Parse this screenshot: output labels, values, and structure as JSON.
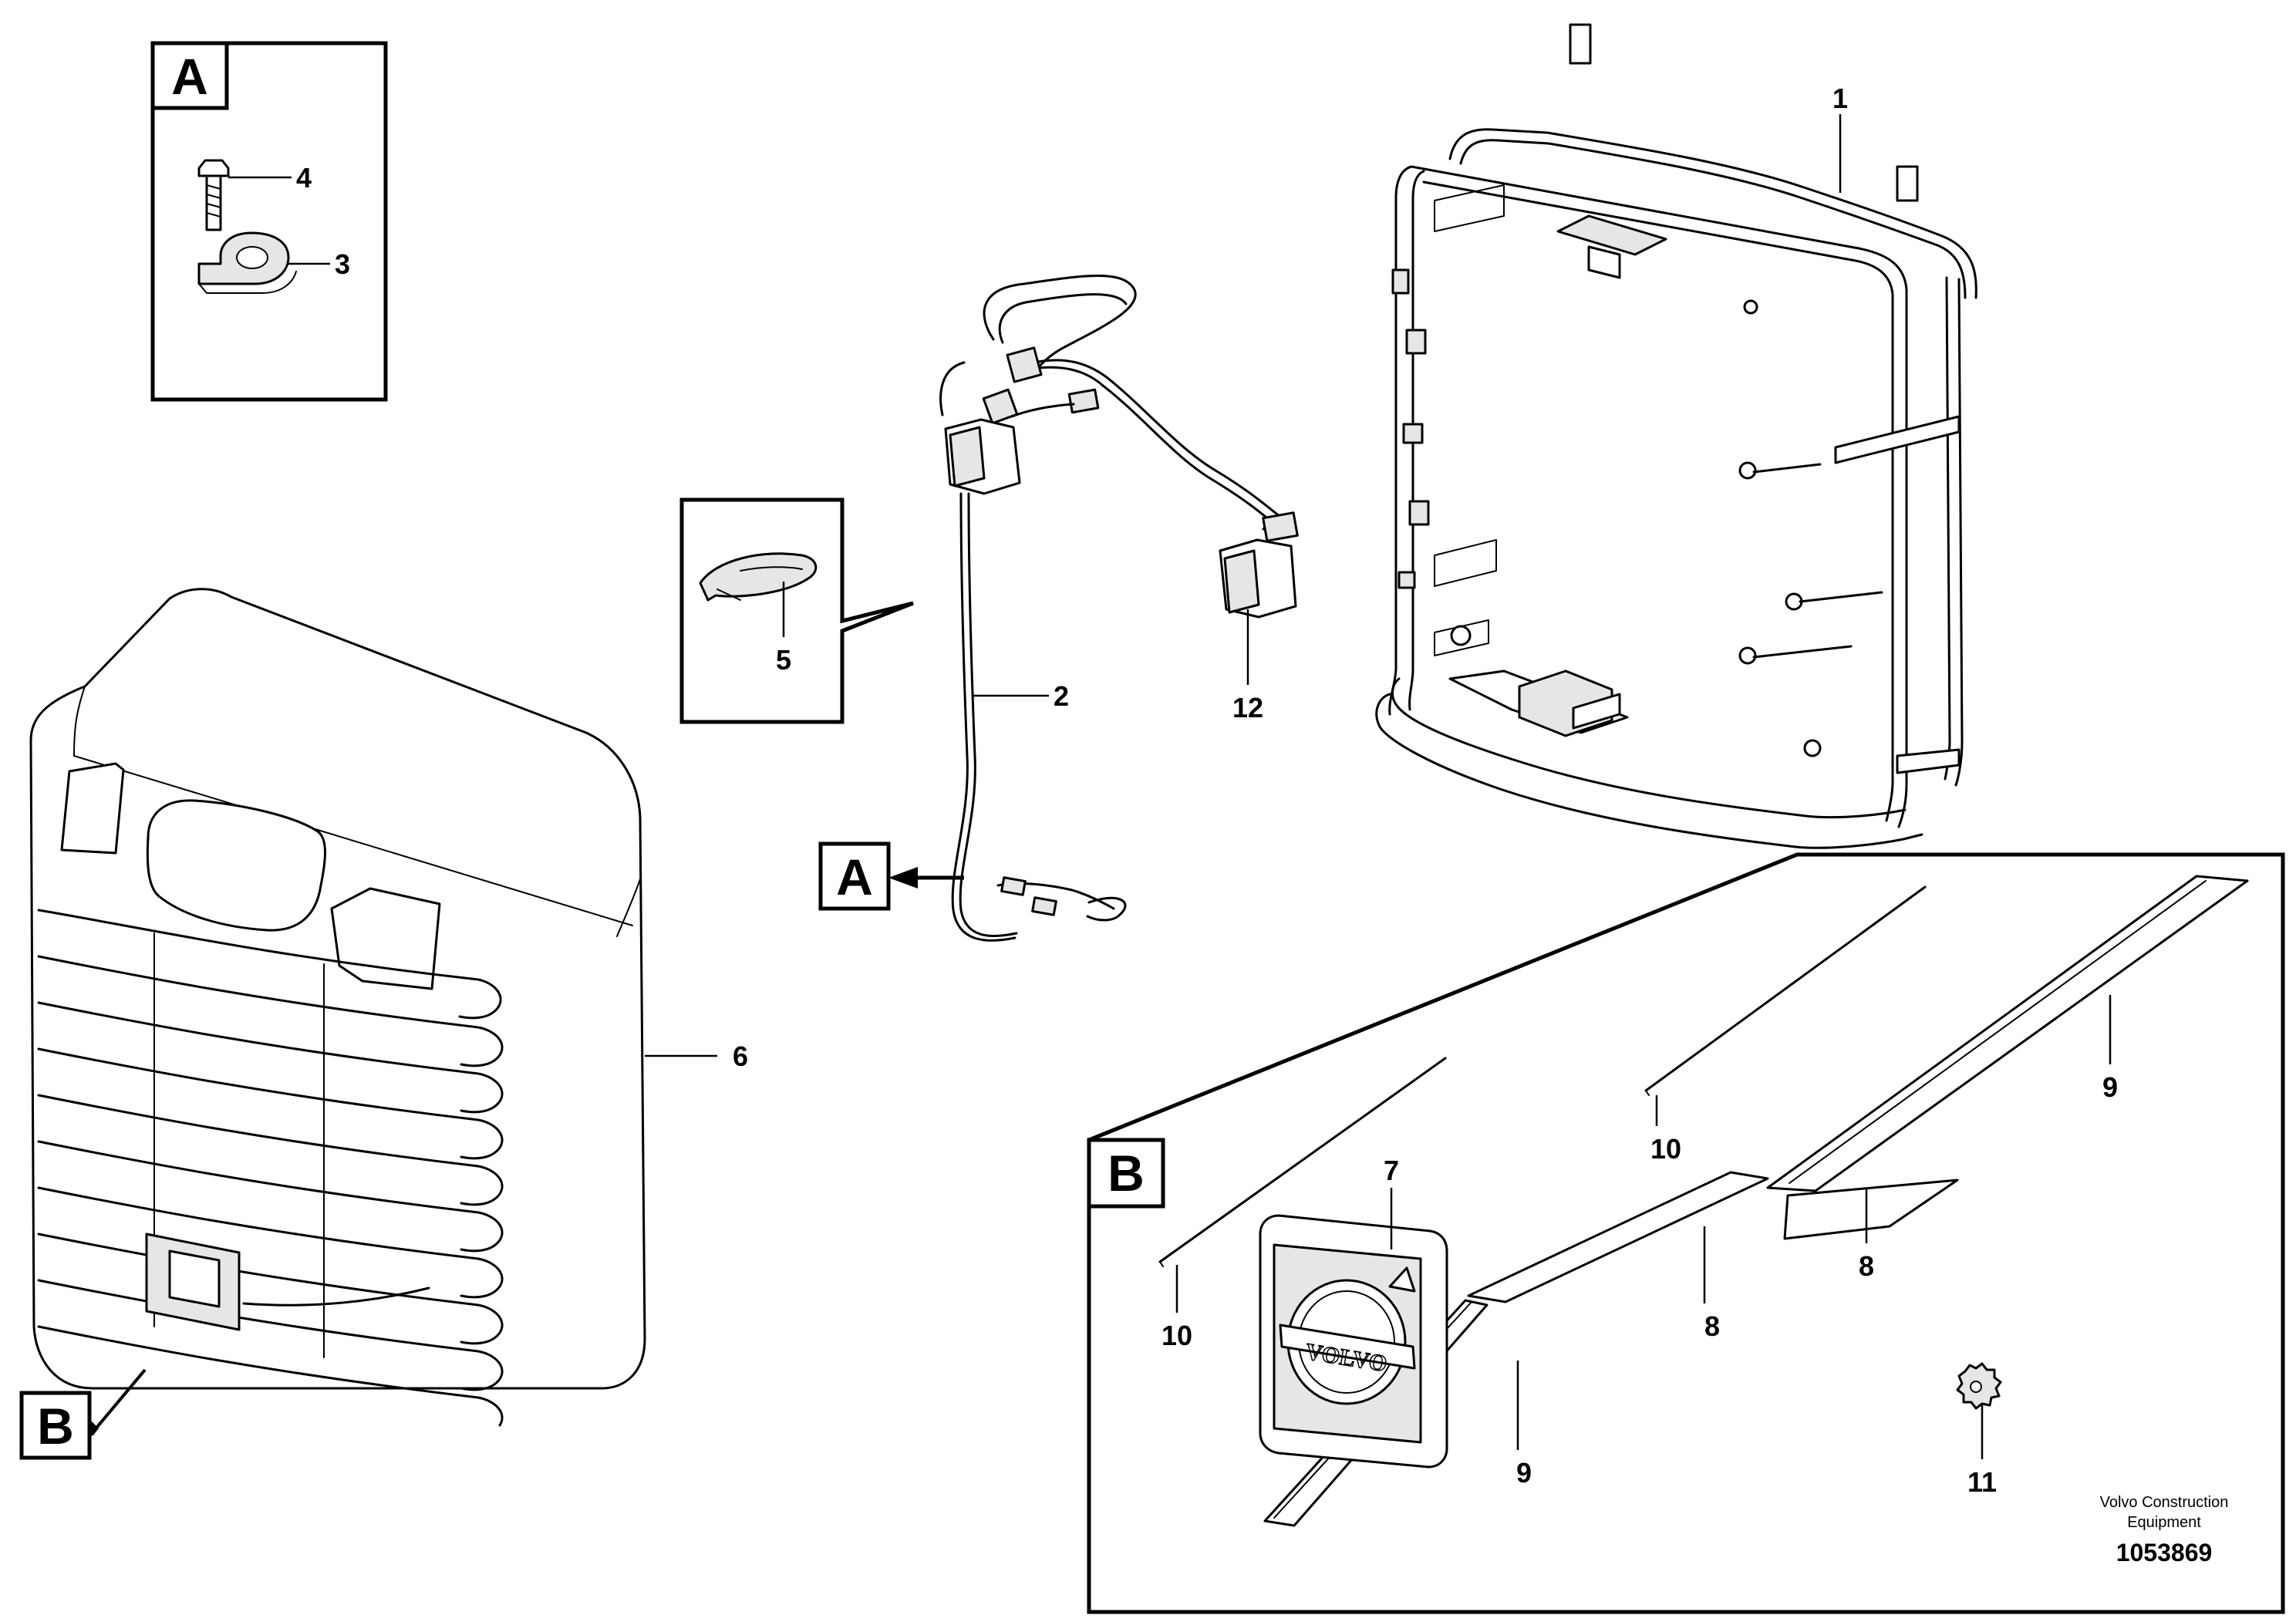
{
  "callouts": {
    "c1": "1",
    "c2": "2",
    "c3": "3",
    "c4": "4",
    "c5": "5",
    "c6": "6",
    "c7": "7",
    "c8a": "8",
    "c8b": "8",
    "c9a": "9",
    "c9b": "9",
    "c10a": "10",
    "c10b": "10",
    "c11": "11",
    "c12": "12"
  },
  "views": {
    "a_inset": "A",
    "a_pointer": "A",
    "b_inset": "B",
    "b_pointer": "B"
  },
  "footer": {
    "maker_line1": "Volvo Construction",
    "maker_line2": "Equipment",
    "drawing_number": "1053869"
  },
  "logo_text": "VOLVO"
}
